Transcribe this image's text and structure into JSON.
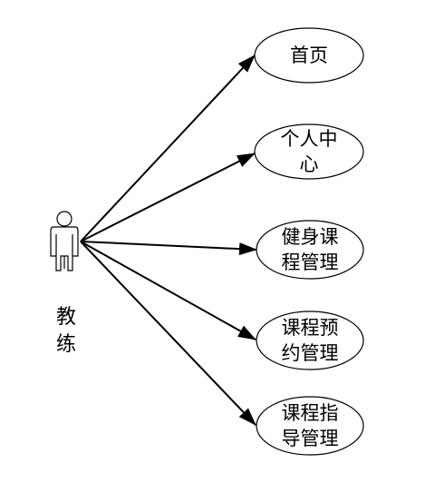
{
  "actor": {
    "name_line1": "教",
    "name_line2": "练",
    "icon": "person-icon"
  },
  "use_cases": [
    {
      "id": "home",
      "lines": [
        "首页"
      ]
    },
    {
      "id": "personal-center",
      "lines": [
        "个人中",
        "心"
      ]
    },
    {
      "id": "fitness-course-management",
      "lines": [
        "健身课",
        "程管理"
      ]
    },
    {
      "id": "course-booking-management",
      "lines": [
        "课程预",
        "约管理"
      ]
    },
    {
      "id": "course-guidance-management",
      "lines": [
        "课程指",
        "导管理"
      ]
    }
  ]
}
